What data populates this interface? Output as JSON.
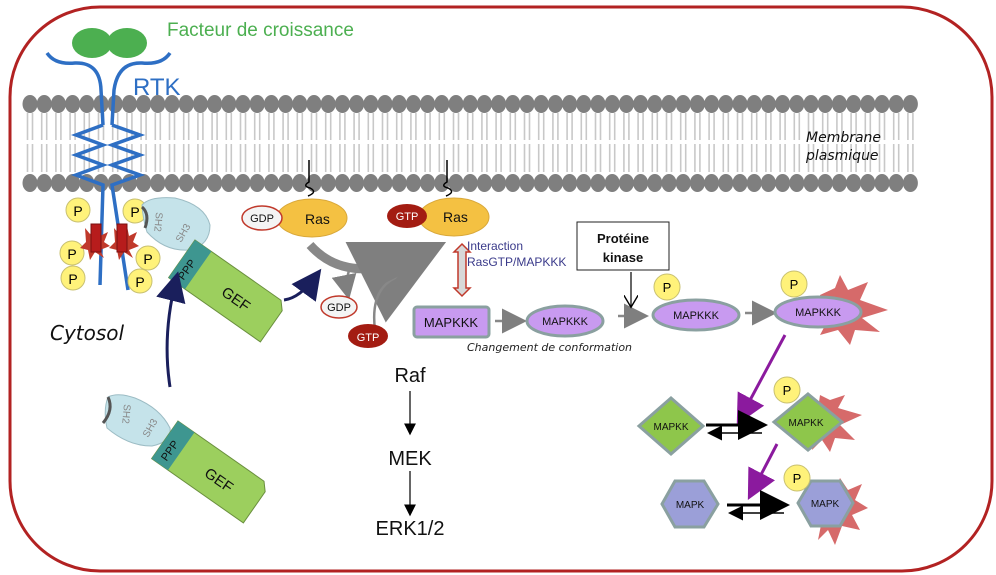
{
  "labels": {
    "growth_factor": "Facteur de croissance",
    "rtk": "RTK",
    "membrane_line1": "Membrane",
    "membrane_line2": "plasmique",
    "cytosol": "Cytosol",
    "phospho": "P",
    "sh2": "SH2",
    "sh3": "SH3",
    "ppp": "PPP",
    "gef": "GEF",
    "gdp": "GDP",
    "gtp": "GTP",
    "ras": "Ras",
    "interaction_line1": "Interaction",
    "interaction_line2": "RasGTP/MAPKKK",
    "protein_kinase_line1": "Protéine",
    "protein_kinase_line2": "kinase",
    "mapkkk": "MAPKKK",
    "conformation_change": "Changement de  conformation",
    "mapkk": "MAPKK",
    "mapk": "MAPK",
    "raf": "Raf",
    "mek": "MEK",
    "erk": "ERK1/2"
  },
  "colors": {
    "cell_border": "#b22222",
    "growth_factor": "#4caf50",
    "rtk": "#2e6fc4",
    "lipid": "#7f7f7f",
    "phospho": "#fff27a",
    "ras": "#f4c142",
    "gtp": "#a31c12",
    "mapkkk": "#c89af0",
    "mapkk": "#8ec64b",
    "mapk": "#9b9fd8",
    "gef": "#9ccf5e",
    "burst": "#d66a6a",
    "sh_domain": "#c5e3ea",
    "ppp": "#3e9690",
    "purple_arrow": "#8b1a9e",
    "navy_arrow": "#1a1f5c"
  }
}
